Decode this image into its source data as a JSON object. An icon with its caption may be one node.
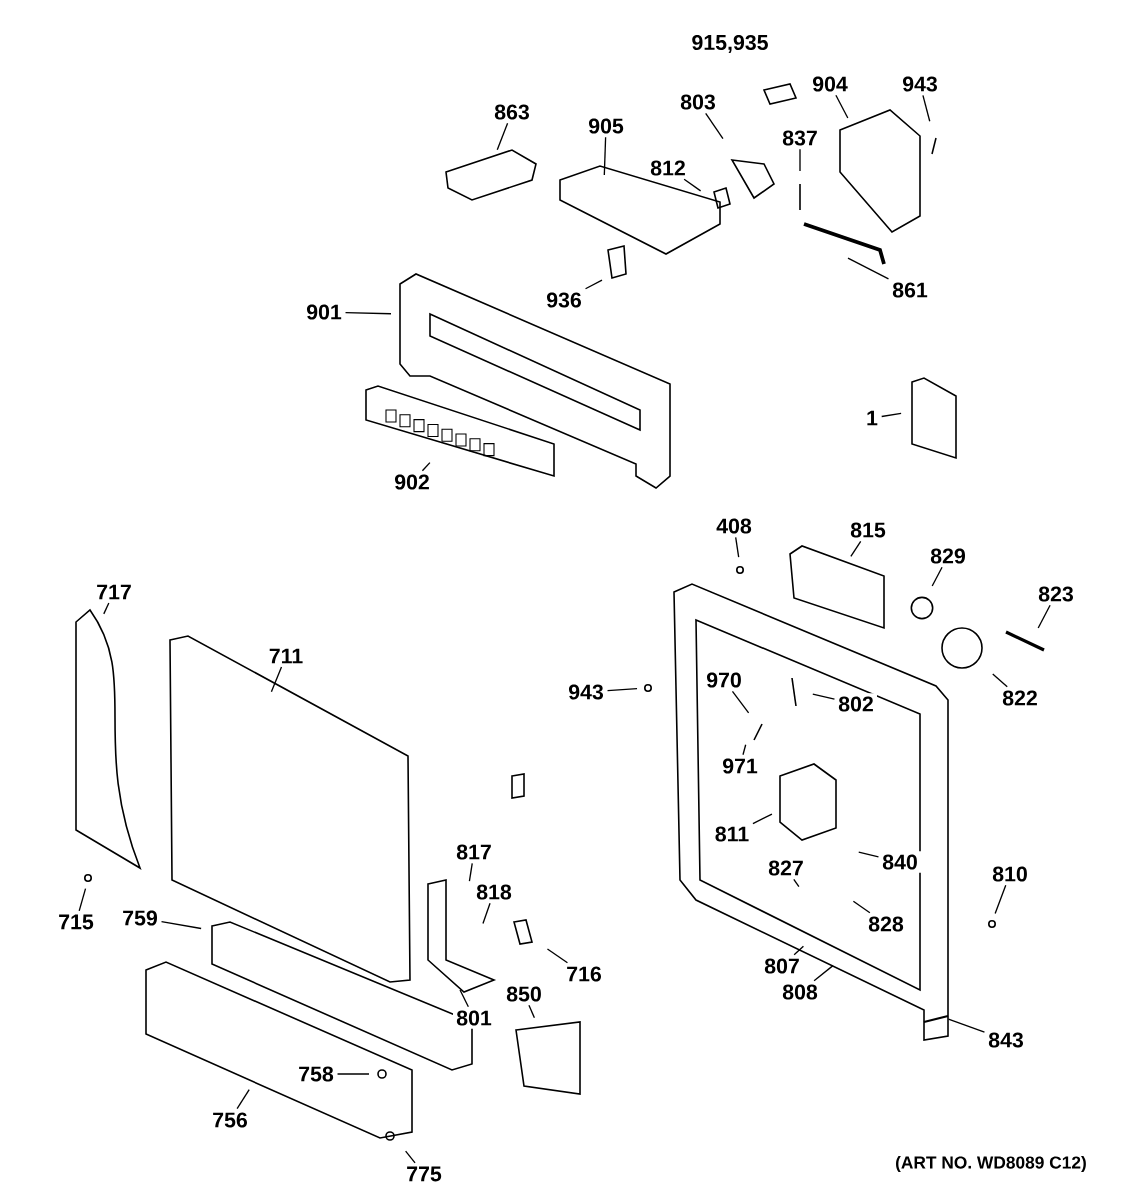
{
  "diagram": {
    "nodes": [
      {
        "text": [
          "904"
        ]
      },
      {
        "text": [
          "943"
        ]
      },
      {
        "text": [
          "803"
        ]
      },
      {
        "text": [
          "863"
        ]
      },
      {
        "text": [
          "905"
        ]
      },
      {
        "text": [
          "837"
        ]
      },
      {
        "text": [
          "812"
        ]
      },
      {
        "text": [
          "861"
        ]
      },
      {
        "text": [
          "936"
        ]
      },
      {
        "text": [
          "901"
        ]
      },
      {
        "text": [
          "1"
        ]
      },
      {
        "text": [
          "902"
        ]
      },
      {
        "text": [
          "408"
        ]
      },
      {
        "text": [
          "815"
        ]
      },
      {
        "text": [
          "829"
        ]
      },
      {
        "text": [
          "717"
        ]
      },
      {
        "text": [
          "823"
        ]
      },
      {
        "text": [
          "711"
        ]
      },
      {
        "text": [
          "970"
        ]
      },
      {
        "text": [
          "943"
        ]
      },
      {
        "text": [
          "802"
        ]
      },
      {
        "text": [
          "822"
        ]
      },
      {
        "text": [
          "971"
        ]
      },
      {
        "text": [
          "811"
        ]
      },
      {
        "text": [
          "817"
        ]
      },
      {
        "text": [
          "827"
        ]
      },
      {
        "text": [
          "840"
        ]
      },
      {
        "text": [
          "810"
        ]
      },
      {
        "text": [
          "818"
        ]
      },
      {
        "text": [
          "715"
        ]
      },
      {
        "text": [
          "759"
        ]
      },
      {
        "text": [
          "828"
        ]
      },
      {
        "text": [
          "807"
        ]
      },
      {
        "text": [
          "716"
        ]
      },
      {
        "text": [
          "808"
        ]
      },
      {
        "text": [
          "850"
        ]
      },
      {
        "text": [
          "801"
        ]
      },
      {
        "text": [
          "843"
        ]
      },
      {
        "text": [
          "758"
        ]
      },
      {
        "text": [
          "756"
        ]
      },
      {
        "text": [
          "775"
        ]
      }
    ],
    "edges": [
      {
        "from": 0,
        "to": null,
        "arrow": "none"
      },
      {
        "from": 1,
        "to": null,
        "arrow": "none"
      },
      {
        "from": 2,
        "to": null,
        "arrow": "none"
      },
      {
        "from": 3,
        "to": null,
        "arrow": "none"
      },
      {
        "from": 4,
        "to": null,
        "arrow": "none"
      },
      {
        "from": 5,
        "to": null,
        "arrow": "none"
      },
      {
        "from": 6,
        "to": null,
        "arrow": "none"
      },
      {
        "from": 7,
        "to": null,
        "arrow": "none"
      },
      {
        "from": 8,
        "to": null,
        "arrow": "none"
      },
      {
        "from": 9,
        "to": null,
        "arrow": "none"
      },
      {
        "from": 10,
        "to": null,
        "arrow": "none"
      },
      {
        "from": 11,
        "to": null,
        "arrow": "none"
      },
      {
        "from": 12,
        "to": null,
        "arrow": "none"
      },
      {
        "from": 13,
        "to": null,
        "arrow": "none"
      },
      {
        "from": 14,
        "to": null,
        "arrow": "none"
      },
      {
        "from": 15,
        "to": null,
        "arrow": "none"
      },
      {
        "from": 16,
        "to": null,
        "arrow": "none"
      },
      {
        "from": 17,
        "to": null,
        "arrow": "none"
      },
      {
        "from": 18,
        "to": null,
        "arrow": "none"
      },
      {
        "from": 19,
        "to": null,
        "arrow": "none"
      },
      {
        "from": 20,
        "to": null,
        "arrow": "none"
      },
      {
        "from": 21,
        "to": null,
        "arrow": "none"
      },
      {
        "from": 22,
        "to": null,
        "arrow": "none"
      },
      {
        "from": 23,
        "to": null,
        "arrow": "none"
      },
      {
        "from": 24,
        "to": null,
        "arrow": "none"
      },
      {
        "from": 25,
        "to": null,
        "arrow": "none"
      },
      {
        "from": 26,
        "to": null,
        "arrow": "none"
      },
      {
        "from": 27,
        "to": null,
        "arrow": "none"
      },
      {
        "from": 28,
        "to": null,
        "arrow": "none"
      },
      {
        "from": 29,
        "to": null,
        "arrow": "none"
      },
      {
        "from": 30,
        "to": null,
        "arrow": "none"
      },
      {
        "from": 31,
        "to": null,
        "arrow": "none"
      },
      {
        "from": 32,
        "to": null,
        "arrow": "none"
      },
      {
        "from": 33,
        "to": null,
        "arrow": "none"
      },
      {
        "from": 34,
        "to": null,
        "arrow": "none"
      },
      {
        "from": 35,
        "to": null,
        "arrow": "none"
      },
      {
        "from": 36,
        "to": null,
        "arrow": "none"
      },
      {
        "from": 37,
        "to": null,
        "arrow": "none"
      },
      {
        "from": 38,
        "to": null,
        "arrow": "none"
      },
      {
        "from": 39,
        "to": null,
        "arrow": "none"
      },
      {
        "from": 40,
        "to": null,
        "arrow": "none"
      }
    ],
    "labels": [
      "915,935",
      "(ART NO. WD8089 C12)"
    ]
  }
}
